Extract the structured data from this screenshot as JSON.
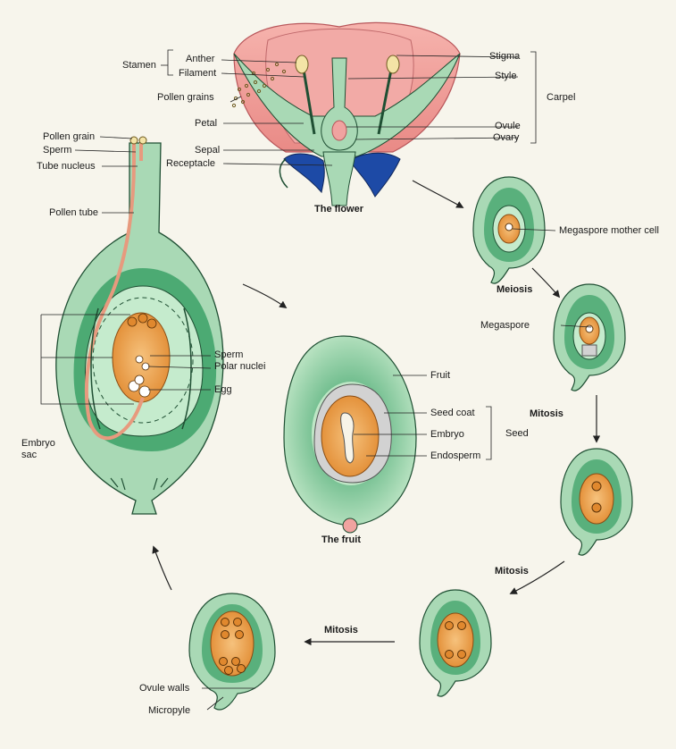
{
  "flower": {
    "stamen": "Stamen",
    "anther": "Anther",
    "filament": "Filament",
    "pollen_grains": "Pollen grains",
    "petal": "Petal",
    "sepal": "Sepal",
    "receptacle": "Receptacle",
    "stigma": "Stigma",
    "style": "Style",
    "carpel": "Carpel",
    "ovule": "Ovule",
    "ovary": "Ovary",
    "caption": "The flower"
  },
  "pollination": {
    "pollen_grain": "Pollen grain",
    "sperm": "Sperm",
    "tube_nucleus": "Tube nucleus",
    "pollen_tube": "Pollen tube",
    "sperm2": "Sperm",
    "polar_nuclei": "Polar nuclei",
    "egg": "Egg",
    "embryo_sac_1": "Embryo",
    "embryo_sac_2": "sac"
  },
  "fruit": {
    "fruit": "Fruit",
    "seed_coat": "Seed coat",
    "embryo": "Embryo",
    "endosperm": "Endosperm",
    "seed": "Seed",
    "caption": "The fruit"
  },
  "stages": {
    "megaspore_mother_cell": "Megaspore mother cell",
    "meiosis": "Meiosis",
    "megaspore": "Megaspore",
    "mitosis_1": "Mitosis",
    "mitosis_2": "Mitosis",
    "mitosis_3": "Mitosis",
    "ovule_walls": "Ovule walls",
    "micropyle": "Micropyle"
  },
  "colors": {
    "tissue": "#a9d9b5",
    "tissue_dark": "#2e9a5e",
    "outline": "#1f4f33",
    "petal": "#f0a3a0",
    "sepal": "#1d4aa6",
    "sac": "#eda24c",
    "pollen_tube": "#e79a7e"
  }
}
